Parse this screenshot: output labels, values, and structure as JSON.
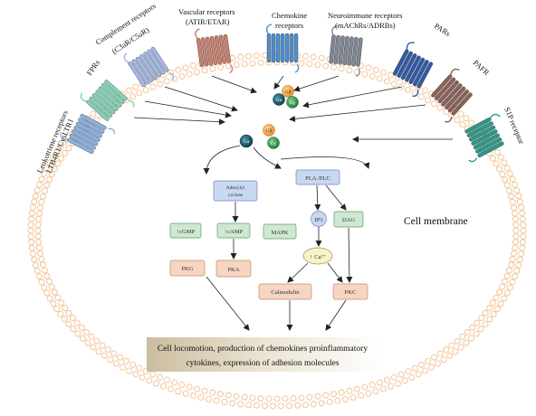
{
  "receptors": {
    "leukotriene": {
      "line1": "Leukotriene receptors",
      "line2": "LTB4R1/CysLTR1"
    },
    "fprs": "FPRs",
    "complement": {
      "line1": "Complement receptors",
      "line2": "(C3aR/C5aR)"
    },
    "vascular": {
      "line1": "Vascular receptors",
      "line2": "(ATIR/ETAR)"
    },
    "chemokine": {
      "line1": "Chemokine",
      "line2": "receptors"
    },
    "neuroimmune": {
      "line1": "Neuroimmune receptors",
      "line2": "(mAChRs/ADRBs)"
    },
    "pars": "PARs",
    "pafr": "PAFR",
    "s1p": "S1P receptor"
  },
  "g_protein": {
    "beta": "Gβ",
    "alpha": "Gα",
    "gamma": "Gγ"
  },
  "membrane_label": "Cell membrane",
  "nodes": {
    "adenylyl": {
      "line1": "Adenylyl",
      "line2": "cyclase"
    },
    "pla_plc": "PLA /PLC",
    "cgmp": "↑cGMP",
    "camp": "↑cAMP",
    "mapk": "MAPK",
    "ip3": "IP3",
    "dag": "DAG",
    "ca": "↑ Ca²⁺",
    "pkg": "PKG",
    "pka": "PKA",
    "calmodulin": "Calmodulin",
    "pkc": "PKC"
  },
  "outcome": {
    "line1": "Cell locomotion, production of chemokines proinflammatory",
    "line2": "cytokines, expression of adhesion molecules"
  },
  "colors": {
    "membrane": "#f3c9a0",
    "leukotriene": "#8ab2e4",
    "complement": "#7fd3b8",
    "complement_alt": "#a3b9e6",
    "vascular": "#c97f6d",
    "chemokine": "#4e8fcf",
    "neuroimmune": "#7f8794",
    "pars": "#2f5aa8",
    "pafr": "#8a6158",
    "s1p": "#2a9a8a",
    "g_beta": "#f1a33c",
    "g_alpha": "#1c5567",
    "g_gamma": "#2e9a4b",
    "box_blue": "#c8d8f0",
    "box_green": "#cfe8d2",
    "box_peach": "#f6d5c3",
    "outcome_bg": "#d8ccb4"
  }
}
